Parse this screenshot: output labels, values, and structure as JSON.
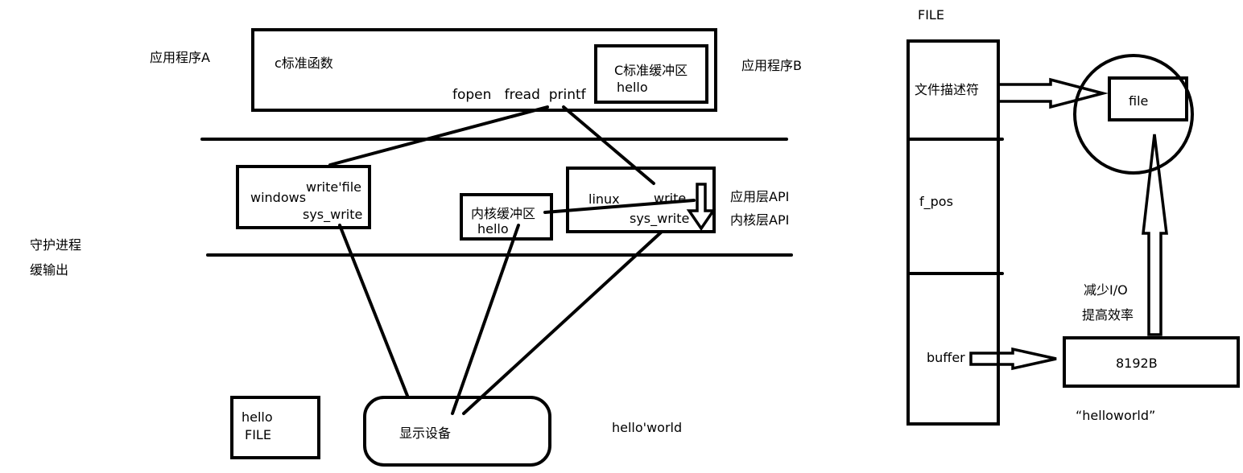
{
  "labels": {
    "app_a": "应用程序A",
    "c_std_func": "c标准函数",
    "c_buffer": "C标准缓冲区",
    "c_buffer_content": "hello",
    "c_functions": "fopen   fread  printf",
    "app_b": "应用程序B",
    "windows": "windows",
    "windows_write_file": "write'file",
    "windows_sys_write": "sys_write",
    "kernel_buffer": "内核缓冲区",
    "kernel_buffer_content": "hello",
    "linux": "linux",
    "linux_write": "write",
    "linux_sys_write": "sys_write",
    "app_layer_api": "应用层API",
    "kernel_layer_api": "内核层API",
    "daemon_line1": "守护进程",
    "daemon_line2": "缓输出",
    "hello_file_line1": "hello",
    "hello_file_line2": "FILE",
    "display_device": "显示设备",
    "hello_world": "hello'world"
  },
  "file_struct": {
    "title": "FILE",
    "fields": [
      "文件描述符",
      "f_pos",
      "buffer"
    ],
    "file_box": "file",
    "buffer_size": "8192B",
    "note_line1": "减少I/O",
    "note_line2": "提高效率",
    "example": "“helloworld”"
  }
}
